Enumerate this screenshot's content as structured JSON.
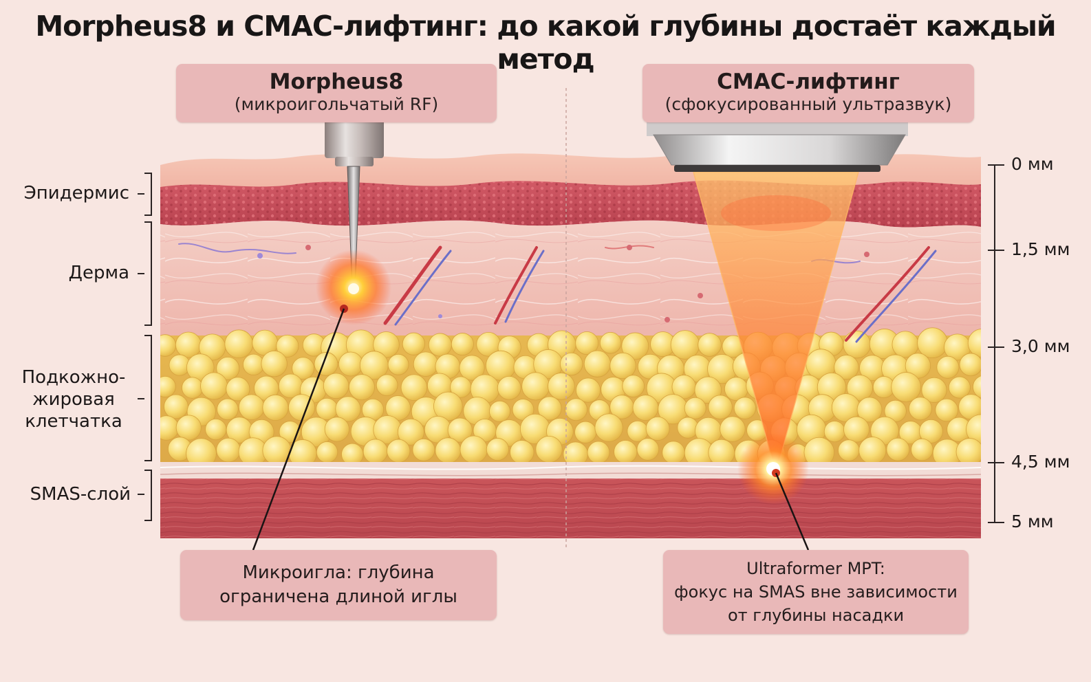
{
  "title": "Morpheus8 и СМАС-лифтинг: до какой глубины достаёт каждый метод",
  "left_method": {
    "name": "Morpheus8",
    "subtitle": "(микроигольчатый RF)",
    "note_line1": "Микроигла: глубина",
    "note_line2": "ограничена длиной иглы"
  },
  "right_method": {
    "name": "СМАС-лифтинг",
    "subtitle": "(сфокусированный ультразвук)",
    "note_line1": "Ultraformer MPT:",
    "note_line2": "фокус на SMAS вне зависимости",
    "note_line3": "от глубины насадки"
  },
  "layers": {
    "epidermis": "Эпидермис",
    "dermis": "Дерма",
    "subcutaneous_line1": "Подкожно-",
    "subcutaneous_line2": "жировая",
    "subcutaneous_line3": "клетчатка",
    "smas": "SMAS-слой"
  },
  "depth_scale": [
    "0 мм",
    "1,5 мм",
    "3,0 мм",
    "4,5 мм",
    "5 мм"
  ],
  "colors": {
    "epidermis": "#c9525e",
    "dermis": "#f1c3bb",
    "fat": "#f5d56a",
    "smas": "#c8545a",
    "label_box": "#e9b8b8",
    "focus": "#ff6a1a"
  }
}
